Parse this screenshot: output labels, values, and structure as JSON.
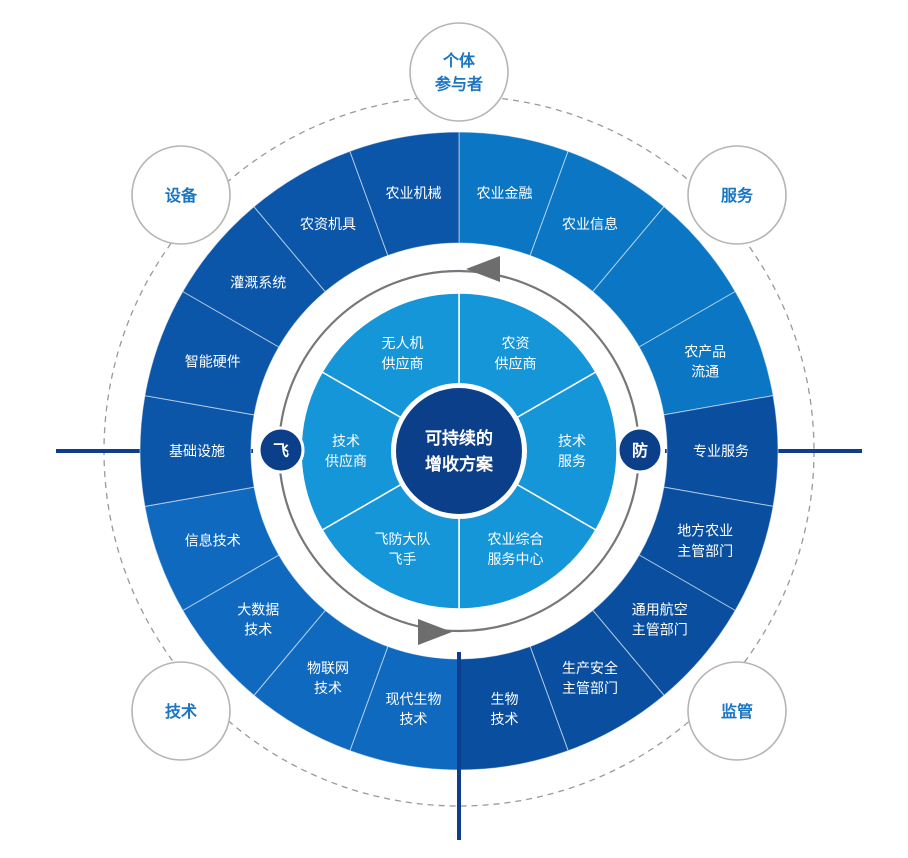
{
  "center": {
    "line1": "可持续的",
    "line2": "增收方案"
  },
  "inner_ring": [
    {
      "lines": [
        "农资",
        "供应商"
      ]
    },
    {
      "lines": [
        "技术",
        "服务"
      ]
    },
    {
      "lines": [
        "农业综合",
        "服务中心"
      ]
    },
    {
      "lines": [
        "飞防大队",
        "飞手"
      ]
    },
    {
      "lines": [
        "技术",
        "供应商"
      ]
    },
    {
      "lines": [
        "无人机",
        "供应商"
      ]
    }
  ],
  "outer_ring": [
    {
      "lines": [
        "农业金融"
      ]
    },
    {
      "lines": [
        "农业信息"
      ]
    },
    {
      "lines": []
    },
    {
      "lines": [
        "农产品",
        "流通"
      ]
    },
    {
      "lines": [
        "专业服务"
      ]
    },
    {
      "lines": [
        "地方农业",
        "主管部门"
      ]
    },
    {
      "lines": [
        "通用航空",
        "主管部门"
      ]
    },
    {
      "lines": [
        "生产安全",
        "主管部门"
      ]
    },
    {
      "lines": [
        "生物",
        "技术"
      ]
    },
    {
      "lines": [
        "现代生物",
        "技术"
      ]
    },
    {
      "lines": [
        "物联网",
        "技术"
      ]
    },
    {
      "lines": [
        "大数据",
        "技术"
      ]
    },
    {
      "lines": [
        "信息技术"
      ]
    },
    {
      "lines": [
        "基础设施"
      ]
    },
    {
      "lines": [
        "智能硬件"
      ]
    },
    {
      "lines": [
        "灌溉系统"
      ]
    },
    {
      "lines": [
        "农资机具"
      ]
    },
    {
      "lines": [
        "农业机械"
      ]
    }
  ],
  "ring_markers": {
    "left": "飞",
    "right": "防"
  },
  "satellites": [
    {
      "id": "participant",
      "lines": [
        "个体",
        "参与者"
      ]
    },
    {
      "id": "service",
      "lines": [
        "服务"
      ]
    },
    {
      "id": "supervision",
      "lines": [
        "监管"
      ]
    },
    {
      "id": "technology",
      "lines": [
        "技术"
      ]
    },
    {
      "id": "equipment",
      "lines": [
        "设备"
      ]
    }
  ],
  "colors": {
    "outer_quadrant_top_left": "#0b56a8",
    "outer_quadrant_top_right": "#0a76c4",
    "outer_quadrant_bottom_right": "#0a4f9f",
    "outer_quadrant_bottom_left": "#0f6abf",
    "inner_ring": "#1596d9",
    "center": "#0c3f8a",
    "marker": "#0c3f8a",
    "axis_line": "#0d3d8c",
    "satellite_text": "#1a76c2",
    "dashed_orbit": "#999999"
  }
}
